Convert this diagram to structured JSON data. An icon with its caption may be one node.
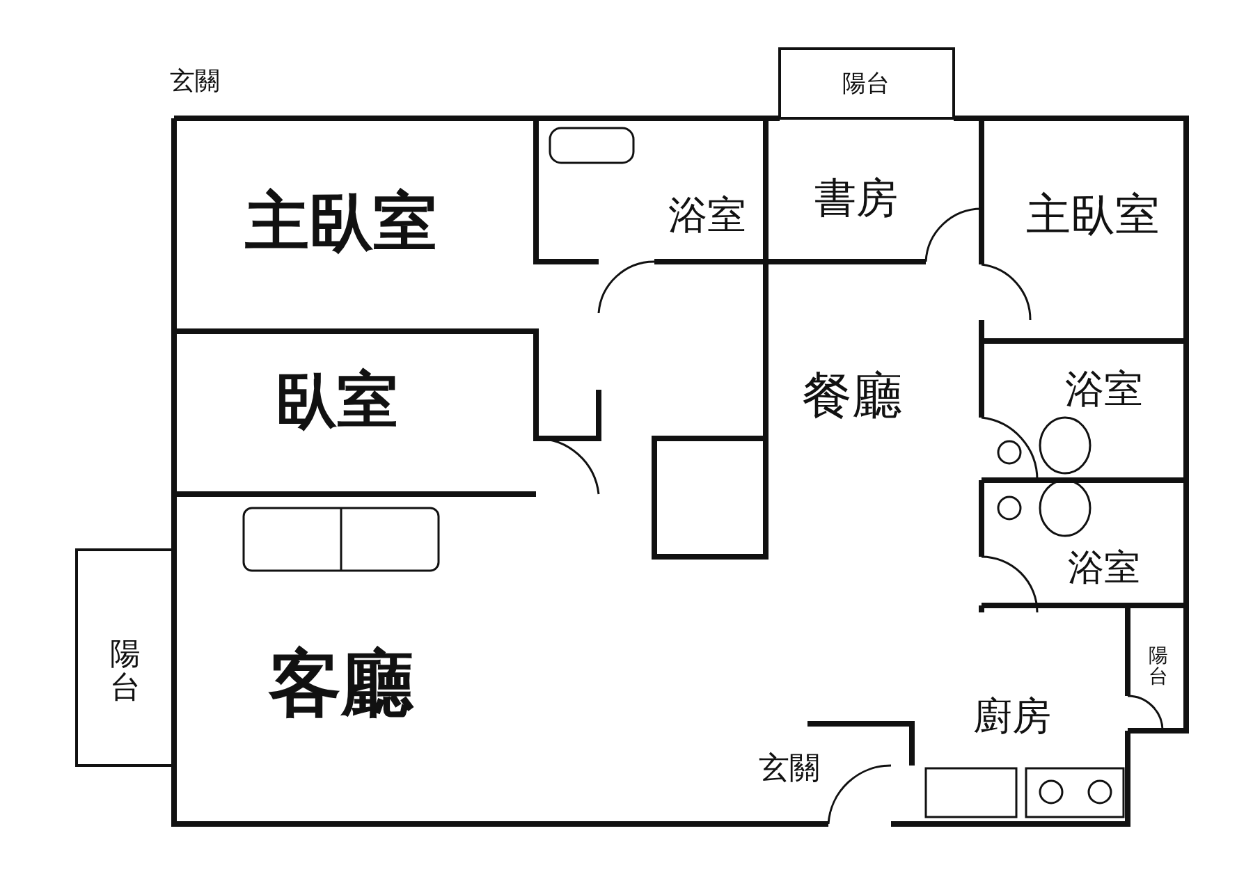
{
  "diagram": {
    "nodes": [
      {
        "text": [
          "陽台"
        ]
      },
      {
        "text": [
          "主臥室"
        ]
      },
      {
        "text": [
          "浴室"
        ]
      },
      {
        "text": [
          "書房"
        ]
      },
      {
        "text": [
          "主臥室"
        ]
      },
      {
        "text": [
          "臥室"
        ]
      },
      {
        "text": [
          "餐廳"
        ]
      },
      {
        "text": [
          "浴室"
        ]
      },
      {
        "text": [
          "浴室"
        ]
      },
      {
        "text": [
          "陽台"
        ]
      },
      {
        "text": [
          "客廳"
        ]
      },
      {
        "text": [
          "陽台"
        ]
      },
      {
        "text": [
          "廚房"
        ]
      }
    ],
    "labels": [
      "玄關",
      "玄關"
    ]
  }
}
